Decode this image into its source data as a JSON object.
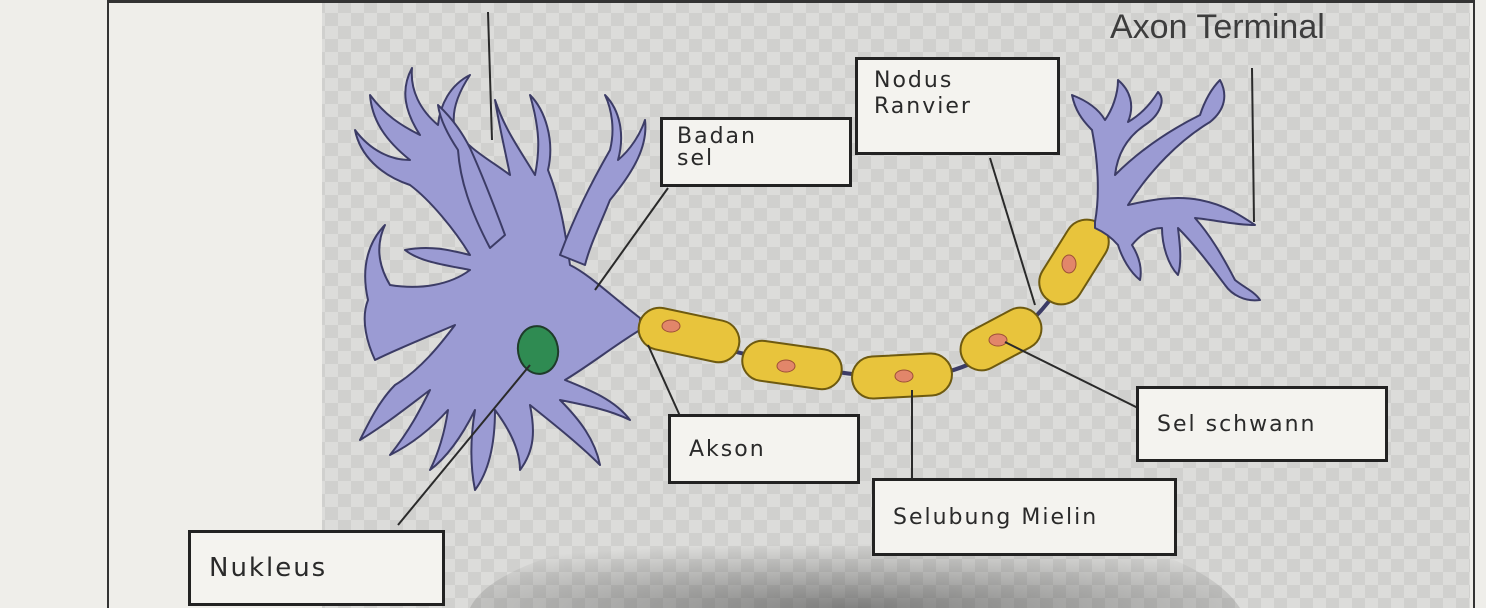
{
  "labels": {
    "axon_terminal": "Axon Terminal",
    "nodus_ranvier": [
      "Nodus",
      "Ranvier"
    ],
    "badan_sel": [
      "Badan",
      "sel"
    ],
    "akson": "Akson",
    "sel_schwann": "Sel schwann",
    "selubung_mielin": "Selubung Mielin",
    "nukleus": "Nukleus"
  },
  "colors": {
    "neuron_body": "#9b9bd3",
    "neuron_outline": "#3c3c66",
    "myelin": "#e8c43c",
    "myelin_outline": "#6e5a10",
    "schwann_nucleus": "#e2866a",
    "nucleus": "#2f8b52",
    "paper": "#f4f3ef",
    "ink": "#222222"
  }
}
